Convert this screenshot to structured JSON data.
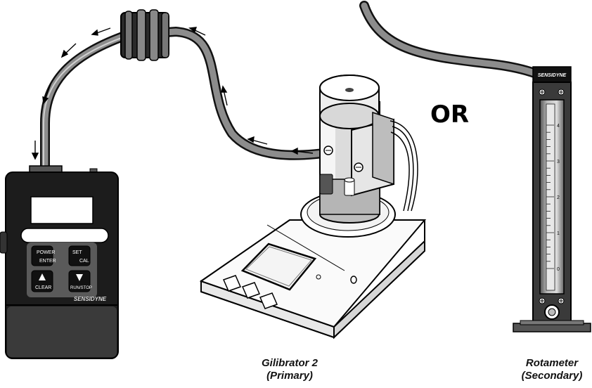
{
  "pump": {
    "buttons": {
      "power_enter": [
        "POWER",
        "ENTER"
      ],
      "set_cal": [
        "SET",
        "CAL"
      ],
      "clear": "CLEAR",
      "run_stop": "RUN/STOP"
    },
    "brand": "SENSIDYNE"
  },
  "separator": "OR",
  "gilibrator": {
    "caption_line1": "Gilibrator 2",
    "caption_line2": "(Primary)"
  },
  "rotameter": {
    "brand": "SENSIDYNE",
    "scale": [
      "4",
      "3",
      "2",
      "1",
      "0"
    ],
    "caption_line1": "Rotameter",
    "caption_line2": "(Secondary)"
  }
}
